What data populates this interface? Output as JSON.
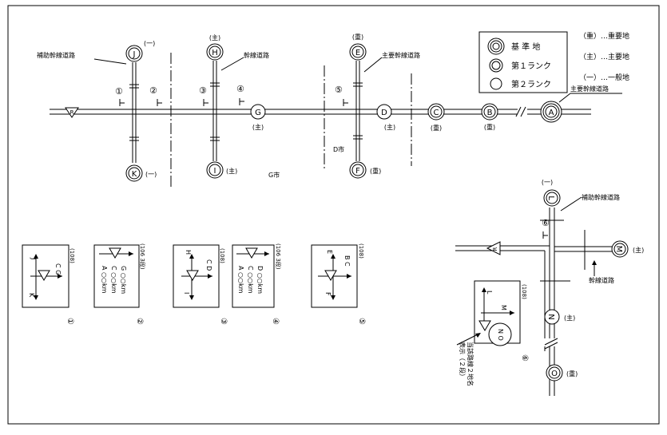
{
  "legend": {
    "base_label": "基 準 地",
    "rank1_label": "第１ランク",
    "rank2_label": "第２ランク",
    "key_important": "（重）…重要地",
    "key_main": "（主）…主要地",
    "key_general": "（一）…一般地"
  },
  "road_labels": {
    "auxiliary_trunk": "補助幹線道路",
    "trunk": "幹線道路",
    "main_trunk_E": "主要幹線道路",
    "main_trunk_A": "主要幹線道路",
    "auxiliary_trunk_L": "補助幹線道路",
    "trunk_M": "幹線道路"
  },
  "nodes": {
    "A": {
      "letter": "A"
    },
    "B": {
      "letter": "B",
      "grade": "(重)"
    },
    "C": {
      "letter": "C",
      "grade": "(重)"
    },
    "D": {
      "letter": "D",
      "grade": "(主)"
    },
    "E": {
      "letter": "E",
      "grade": "(重)"
    },
    "F": {
      "letter": "F",
      "grade": "(重)"
    },
    "G": {
      "letter": "G",
      "grade": "(主)"
    },
    "H": {
      "letter": "H",
      "grade": "(主)"
    },
    "I": {
      "letter": "I",
      "grade": "(主)"
    },
    "J": {
      "letter": "J",
      "grade": "(一)"
    },
    "K": {
      "letter": "K",
      "grade": "(一)"
    },
    "L": {
      "letter": "L",
      "grade": "(一)"
    },
    "M": {
      "letter": "M",
      "grade": "(主)"
    },
    "N": {
      "letter": "N",
      "grade": "(主)"
    },
    "O": {
      "letter": "O",
      "grade": "(重)"
    },
    "R": {
      "letter": "R"
    }
  },
  "cities": {
    "G": "G市",
    "D": "D市"
  },
  "sign_positions": [
    "①",
    "②",
    "③",
    "④",
    "⑤",
    "⑥"
  ],
  "signs": {
    "s1": {
      "code": "(108)",
      "label": "①",
      "up": "J",
      "down": "K",
      "right": "C  G"
    },
    "s2": {
      "code": "(106 3段)",
      "label": "②",
      "rows": [
        "A  ○○km",
        "C  ○○km",
        "G  ○○km"
      ]
    },
    "s3": {
      "code": "(108)",
      "label": "③",
      "up": "H",
      "down": "I",
      "right": "C  D"
    },
    "s4": {
      "code": "(106 3段)",
      "label": "④",
      "rows": [
        "A  ○○km",
        "C  ○○km",
        "D  ○○km"
      ]
    },
    "s5": {
      "code": "(108)",
      "label": "⑤",
      "up": "E",
      "down": "F",
      "right": "B  C"
    },
    "s6": {
      "code": "(108)",
      "label": "⑥",
      "up": "L",
      "right": "M",
      "circle": "N  O"
    }
  },
  "note_s6": "当該路線２地名\n表示（２段）"
}
